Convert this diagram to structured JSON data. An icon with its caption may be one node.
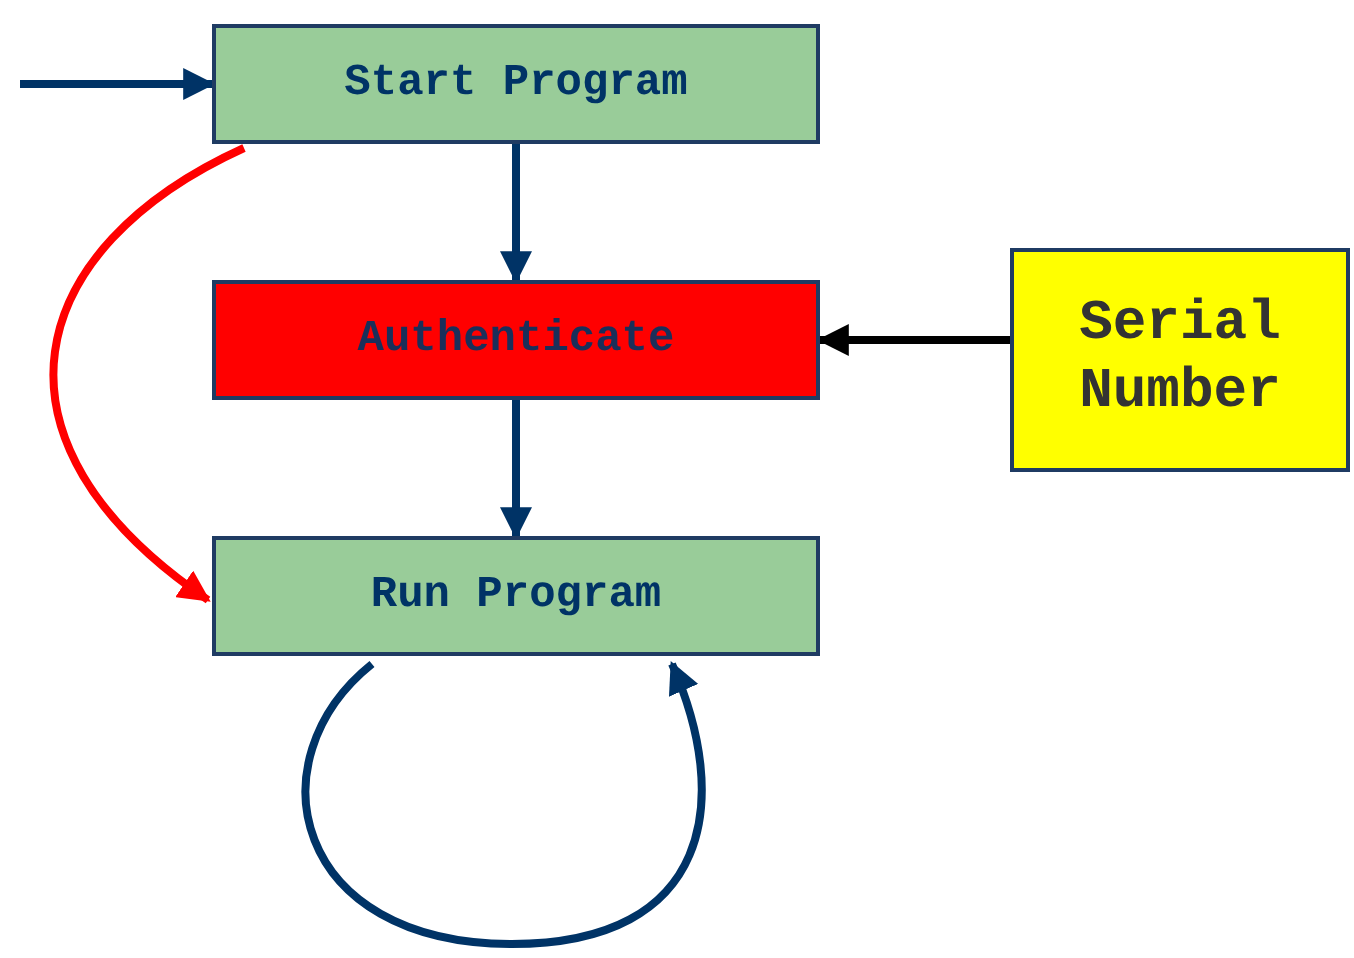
{
  "diagram": {
    "nodes": [
      {
        "text": [
          "Start Program"
        ]
      },
      {
        "text": [
          "Authenticate"
        ]
      },
      {
        "text": [
          "Run Program"
        ]
      },
      {
        "text": [
          "Serial Number"
        ]
      }
    ],
    "edges": [
      {
        "from": null,
        "to": 0,
        "arrow": "to"
      },
      {
        "from": 0,
        "to": 1,
        "arrow": "to"
      },
      {
        "from": 1,
        "to": 2,
        "arrow": "to"
      },
      {
        "from": 0,
        "to": 2,
        "arrow": "to",
        "color": "#ff0000"
      },
      {
        "from": 3,
        "to": 1,
        "arrow": "to",
        "color": "#000000"
      },
      {
        "from": 2,
        "to": 2,
        "arrow": "to"
      }
    ]
  }
}
